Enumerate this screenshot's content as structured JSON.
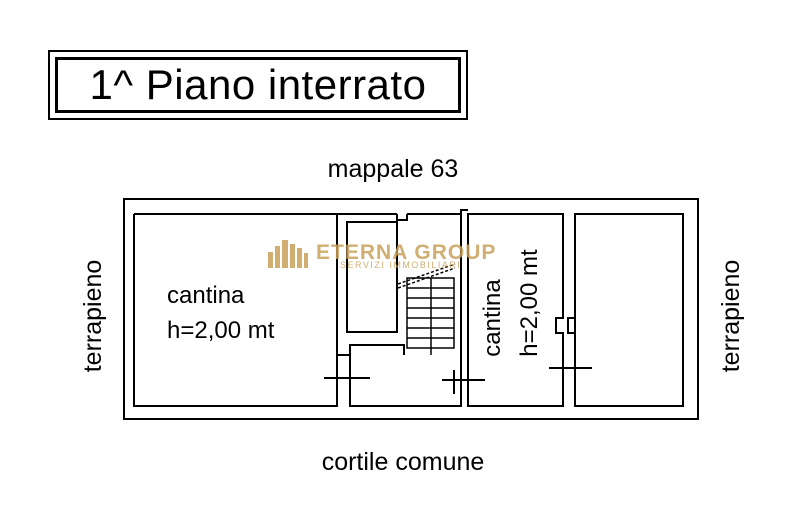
{
  "title": "1^ Piano interrato",
  "labels": {
    "top": "mappale 63",
    "bottom": "cortile comune",
    "left": "terrapieno",
    "right": "terrapieno"
  },
  "rooms": [
    {
      "name": "cantina",
      "height": "h=2,00 mt"
    },
    {
      "name": "cantina",
      "height": "h=2,00 mt"
    }
  ],
  "watermark": {
    "brand": "ETERNA GROUP",
    "tagline": "SERVIZI IMMOBILIARI",
    "color": "#c9a15a"
  },
  "colors": {
    "lines": "#000000",
    "background": "#ffffff"
  }
}
